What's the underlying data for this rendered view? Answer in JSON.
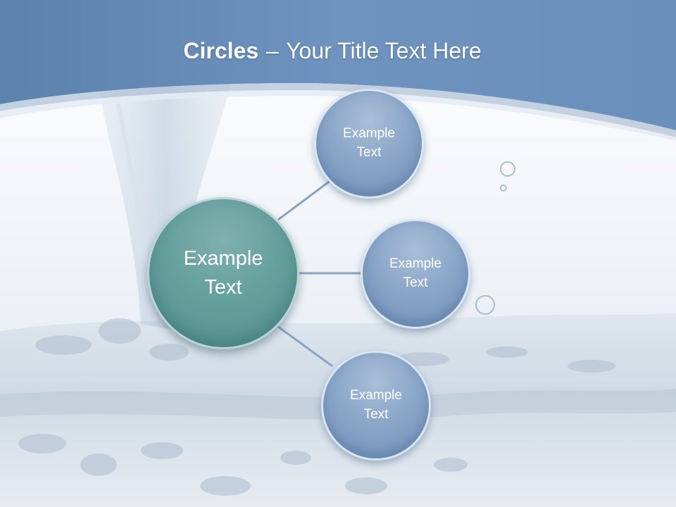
{
  "slide": {
    "title": {
      "bold": "Circles",
      "separator": "–",
      "rest": "Your Title Text Here"
    }
  },
  "diagram": {
    "center": {
      "label": "Example\nText"
    },
    "satellites": [
      {
        "label": "Example\nText"
      },
      {
        "label": "Example\nText"
      },
      {
        "label": "Example\nText"
      }
    ]
  },
  "colors": {
    "header_blue": "#6a8fba",
    "center_fill": "#65a09d",
    "satellite_fill": "#8aa6c8",
    "connector": "#8aa3c2"
  }
}
